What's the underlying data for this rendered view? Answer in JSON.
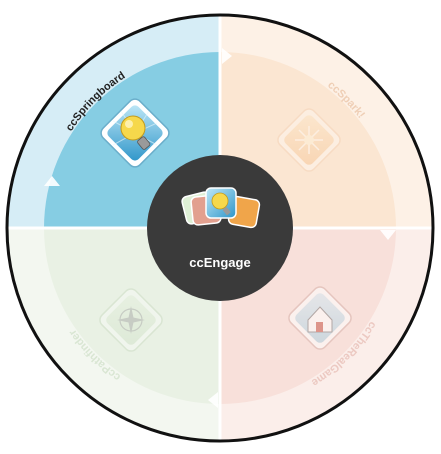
{
  "center": {
    "label": "ccEngage"
  },
  "segments": [
    {
      "id": "springboard",
      "label": "ccSpringboard",
      "icon": "lightbulb-icon",
      "active": true,
      "ring_color": "#d6edf6",
      "fill_color": "#86cde3",
      "text_color": "#222222"
    },
    {
      "id": "spark",
      "label": "ccSpark!",
      "icon": "spark-burst-icon",
      "active": false,
      "ring_color": "#fdf1e6",
      "fill_color": "#fbe6d2",
      "text_color": "#efcfb6"
    },
    {
      "id": "therealgame",
      "label": "ccTheRealGame",
      "icon": "house-icon",
      "active": false,
      "ring_color": "#fbeeea",
      "fill_color": "#f8e0da",
      "text_color": "#ecc9c2"
    },
    {
      "id": "pathfinder",
      "label": "ccPathfinder",
      "icon": "compass-icon",
      "active": false,
      "ring_color": "#f3f7f0",
      "fill_color": "#e9f1e4",
      "text_color": "#d9e6d3"
    }
  ],
  "colors": {
    "outline": "#111111",
    "center": "#3a3a3a",
    "divider": "#ffffff"
  }
}
